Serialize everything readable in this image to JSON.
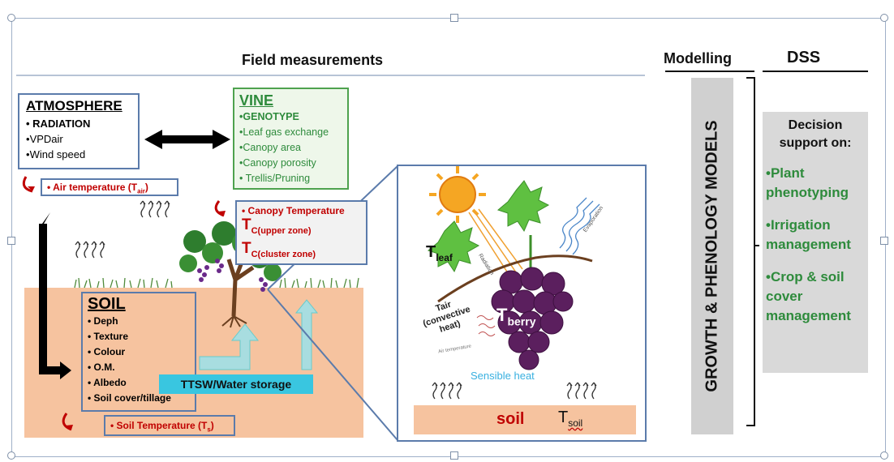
{
  "headers": {
    "field": "Field measurements",
    "modelling": "Modelling",
    "dss": "DSS"
  },
  "atmosphere": {
    "title": "ATMOSPHERE",
    "items": [
      "RADIATION",
      "VPDair",
      "Wind speed"
    ],
    "air_temp": "Air temperature (T",
    "air_temp_sub": "air",
    "air_temp_close": ")"
  },
  "vine": {
    "title": "VINE",
    "items": [
      "GENOTYPE",
      "Leaf gas exchange",
      "Canopy area",
      "Canopy porosity",
      "Trellis/Pruning"
    ]
  },
  "canopy": {
    "label": "Canopy Temperature",
    "upper_T": "T",
    "upper_sub": "C(upper zone)",
    "cluster_T": "T",
    "cluster_sub": "C(cluster zone)"
  },
  "soil": {
    "title": "SOIL",
    "items": [
      "Deph",
      "Texture",
      "Colour",
      "O.M.",
      "Albedo",
      "Soil cover/tillage"
    ],
    "temp": "Soil Temperature (T",
    "temp_sub": "s",
    "temp_close": ")",
    "water": "TTSW/Water storage"
  },
  "inset": {
    "tleaf_T": "T",
    "tleaf_sub": "leaf",
    "tberry_T": "T",
    "tberry_sub": "berry",
    "tair": "Tair",
    "convective": "(convective",
    "heat": "heat)",
    "air_temperature": "Air temperature",
    "sensible": "Sensible heat",
    "soil": "soil",
    "tsoil_T": "T",
    "tsoil_sub": "soil",
    "radiation": "Radiation",
    "evaporation": "Evaporation"
  },
  "model": {
    "label": "GROWTH & PHENOLOGY MODELS"
  },
  "dss_panel": {
    "heading1": "Decision",
    "heading2": "support on:",
    "items": [
      [
        "•Plant",
        "phenotyping"
      ],
      [
        "•Irrigation",
        "management"
      ],
      [
        "•Crop & soil",
        "cover",
        "management"
      ]
    ]
  },
  "colors": {
    "soil": "#f6c39f",
    "box_border": "#5b7bab",
    "vine_green": "#2e8b3c",
    "temp_red": "#c00000",
    "water_cyan": "#39c6e0",
    "panel_gray": "#d9d9d9",
    "grape": "#5b1f5e"
  }
}
